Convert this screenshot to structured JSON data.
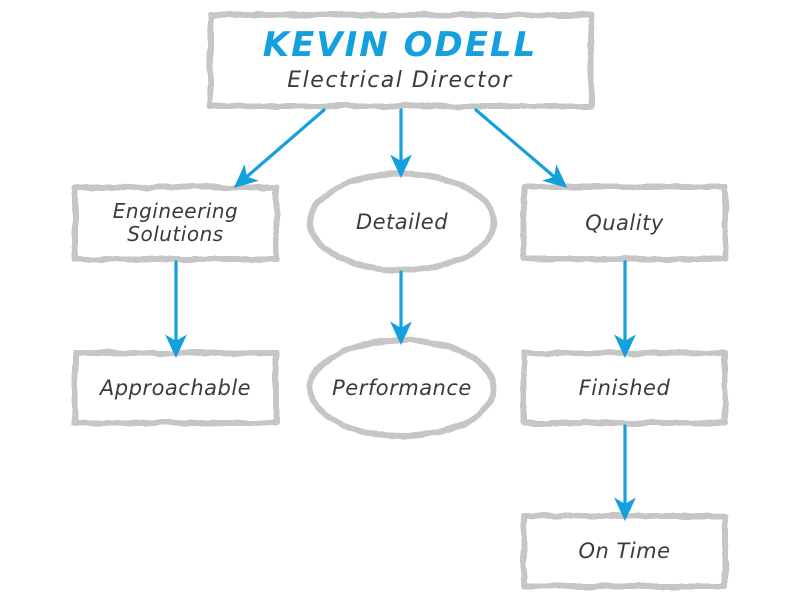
{
  "diagram": {
    "type": "org-chart",
    "background_color": "#ffffff",
    "shape_stroke_color": "#c6c6c6",
    "connector_color": "#149fdd",
    "text_color": "#3b3b3b",
    "accent_color": "#149fdd"
  },
  "root": {
    "title": "KEVIN ODELL",
    "subtitle": "Electrical Director",
    "shape": "rectangle"
  },
  "nodes": [
    {
      "id": "engineering-solutions",
      "label": "Engineering\nSolutions",
      "shape": "rectangle"
    },
    {
      "id": "detailed",
      "label": "Detailed",
      "shape": "ellipse"
    },
    {
      "id": "quality",
      "label": "Quality",
      "shape": "rectangle"
    },
    {
      "id": "approachable",
      "label": "Approachable",
      "shape": "rectangle"
    },
    {
      "id": "performance",
      "label": "Performance",
      "shape": "ellipse"
    },
    {
      "id": "finished",
      "label": "Finished",
      "shape": "rectangle"
    },
    {
      "id": "on-time",
      "label": "On Time",
      "shape": "rectangle"
    }
  ],
  "connectors": [
    {
      "from": "root",
      "to": "engineering-solutions"
    },
    {
      "from": "root",
      "to": "detailed"
    },
    {
      "from": "root",
      "to": "quality"
    },
    {
      "from": "engineering-solutions",
      "to": "approachable"
    },
    {
      "from": "detailed",
      "to": "performance"
    },
    {
      "from": "quality",
      "to": "finished"
    },
    {
      "from": "finished",
      "to": "on-time"
    }
  ]
}
